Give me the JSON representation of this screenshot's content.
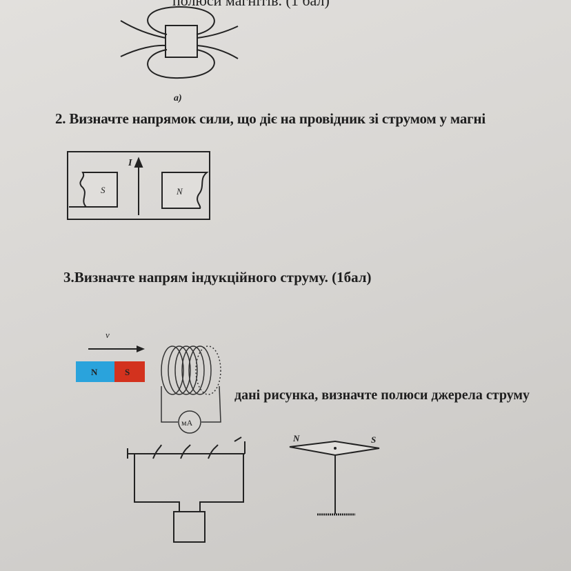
{
  "task1": {
    "partial_text": "полюси магнітів. (1 бал)",
    "figure_label": "а)"
  },
  "task2": {
    "text": "2. Визначте напрямок сили, що діє на провідник зі струмом у магні",
    "current_label": "I",
    "pole_left": "S",
    "pole_right": "N"
  },
  "task3": {
    "text": "3.Визначте напрям індукційного струму.   (1бал)",
    "velocity_label": "v",
    "magnet_n": "N",
    "magnet_s": "S",
    "meter_label": "мА",
    "colors": {
      "north": "#2aa3dc",
      "south": "#d3321e"
    }
  },
  "task4": {
    "text": "дані рисунка, визначте полюси джерела струму",
    "needle_n": "N",
    "needle_s": "S"
  }
}
